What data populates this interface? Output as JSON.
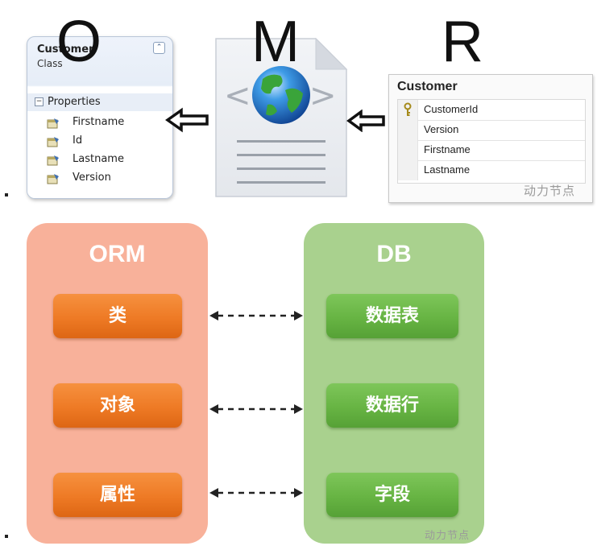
{
  "top": {
    "letters": {
      "o": "O",
      "m": "M",
      "r": "R"
    },
    "class_card": {
      "title": "Customer",
      "subtitle": "Class",
      "section": "Properties",
      "properties": [
        "Firstname",
        "Id",
        "Lastname",
        "Version"
      ]
    },
    "db_table": {
      "title": "Customer",
      "columns": [
        "CustomerId",
        "Version",
        "Firstname",
        "Lastname"
      ]
    },
    "watermark": "动力节点"
  },
  "bottom": {
    "orm": {
      "title": "ORM",
      "items": [
        "类",
        "对象",
        "属性"
      ]
    },
    "db": {
      "title": "DB",
      "items": [
        "数据表",
        "数据行",
        "字段"
      ]
    },
    "watermark": "动力节点"
  },
  "colors": {
    "orm_panel": "#f8b19a",
    "orm_pill": "#ee7a25",
    "db_panel": "#a9d18e",
    "db_pill": "#67b443"
  }
}
